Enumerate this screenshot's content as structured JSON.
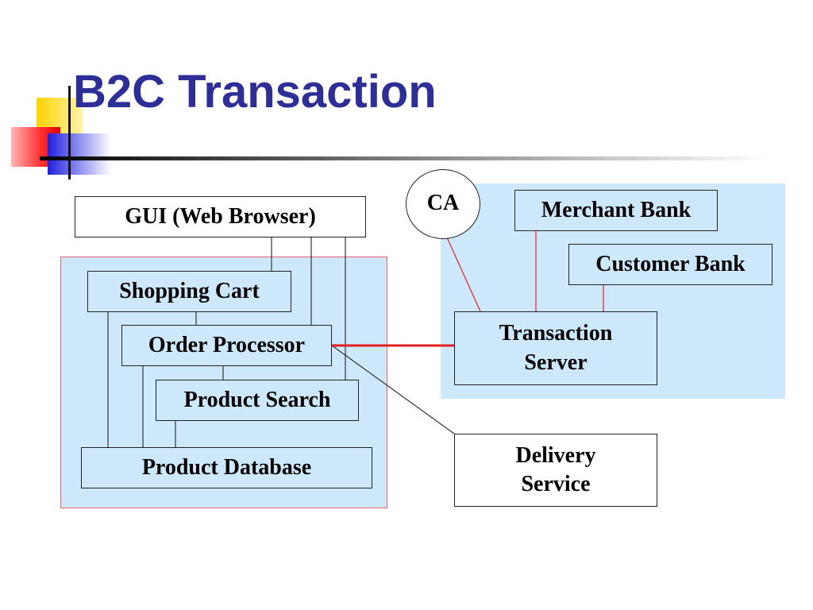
{
  "title": "B2C Transaction",
  "colors": {
    "title": "#2e2e99",
    "region_fill": "#cce8fa",
    "region_border": "#e8606a",
    "link_red": "#e02020"
  },
  "nodes": {
    "gui": "GUI (Web Browser)",
    "shopping_cart": "Shopping Cart",
    "order_processor": "Order Processor",
    "product_search": "Product Search",
    "product_database": "Product Database",
    "ca": "CA",
    "merchant_bank": "Merchant Bank",
    "customer_bank": "Customer Bank",
    "transaction_server": "Transaction Server",
    "delivery_service": "Delivery Service"
  }
}
